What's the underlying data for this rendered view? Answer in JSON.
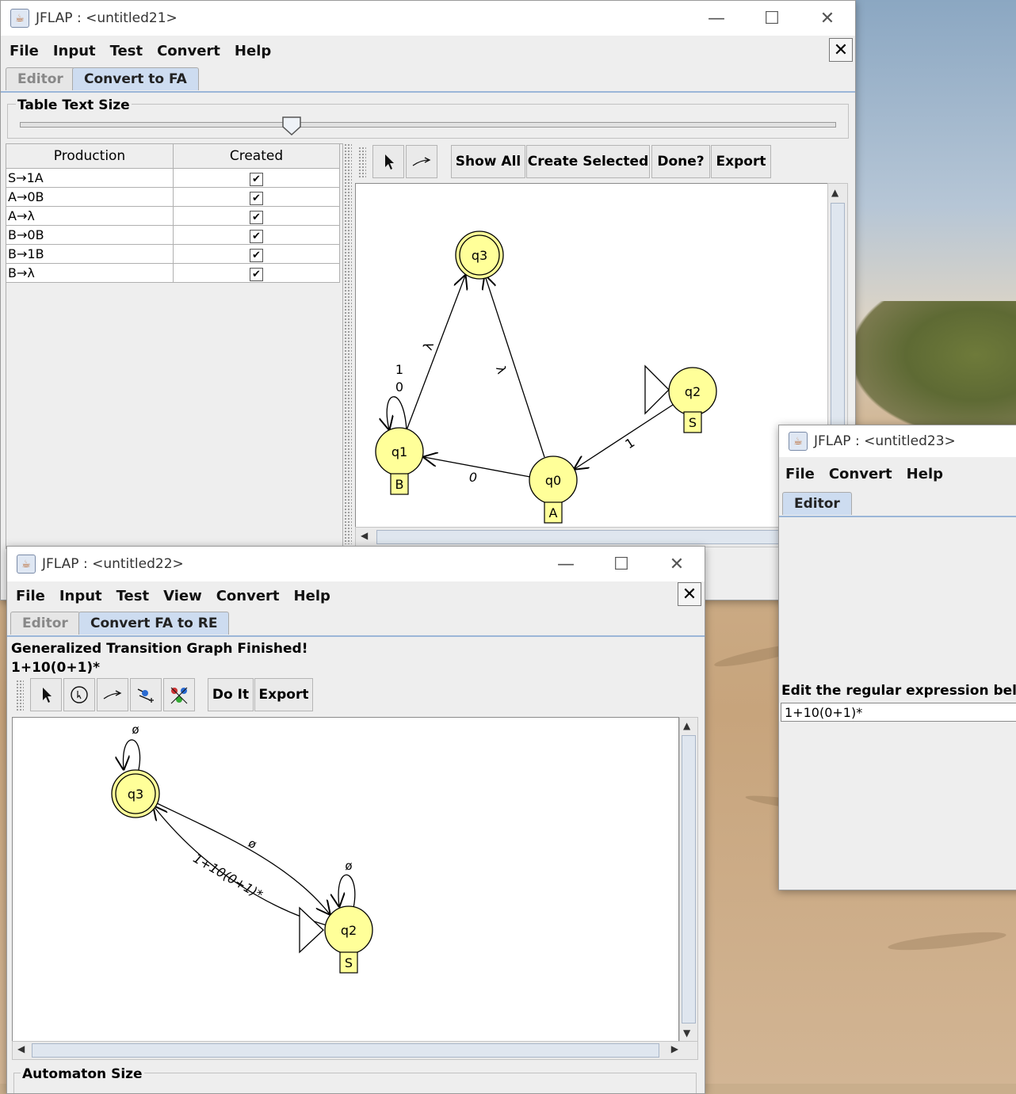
{
  "window1": {
    "title": "JFLAP : <untitled21>",
    "menus": [
      "File",
      "Input",
      "Test",
      "Convert",
      "Help"
    ],
    "tabs": [
      "Editor",
      "Convert to FA"
    ],
    "slider_label": "Table Text Size",
    "table": {
      "headers": [
        "Production",
        "Created"
      ],
      "rows": [
        "S→1A",
        "A→0B",
        "A→λ",
        "B→0B",
        "B→1B",
        "B→λ"
      ]
    },
    "toolbar": [
      "Show All",
      "Create Selected",
      "Done?",
      "Export"
    ],
    "graph": {
      "states": [
        "q3",
        "q1",
        "q0",
        "q2"
      ],
      "state_labels": [
        "B",
        "A",
        "S"
      ],
      "transition_labels": [
        "1",
        "0",
        "λ",
        "λ",
        "0",
        "1"
      ]
    }
  },
  "window2": {
    "title": "JFLAP : <untitled22>",
    "menus": [
      "File",
      "Input",
      "Test",
      "View",
      "Convert",
      "Help"
    ],
    "tabs": [
      "Editor",
      "Convert FA to RE"
    ],
    "status": "Generalized Transition Graph Finished!",
    "expression": "1+10(0+1)*",
    "toolbar": [
      "Do It",
      "Export"
    ],
    "graph": {
      "states": [
        "q3",
        "q2"
      ],
      "state_labels": [
        "S"
      ],
      "transition_labels": [
        "ø",
        "ø",
        "ø",
        "1+10(0+1)*"
      ]
    },
    "bottom_label": "Automaton Size"
  },
  "window3": {
    "title": "JFLAP : <untitled23>",
    "menus": [
      "File",
      "Convert",
      "Help"
    ],
    "tabs": [
      "Editor"
    ],
    "prompt": "Edit the regular expression below:",
    "regex_value": "1+10(0+1)*"
  }
}
